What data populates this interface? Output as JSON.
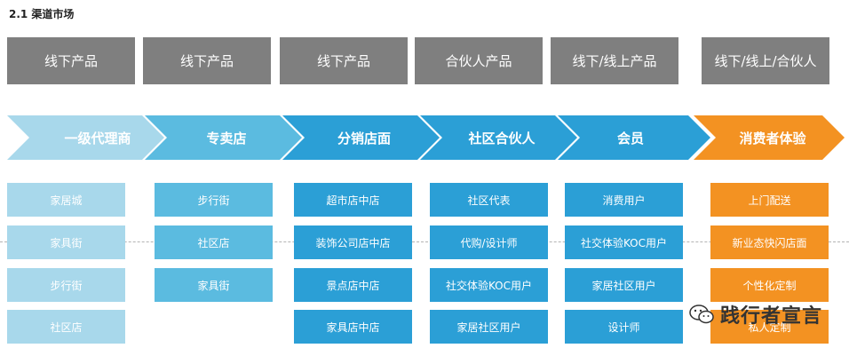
{
  "section_title": "2.1 渠道市场",
  "top_labels": [
    "线下产品",
    "线下产品",
    "线下产品",
    "合伙人产品",
    "线下/线上产品",
    "线下/线上/合伙人"
  ],
  "stages": [
    "一级代理商",
    "专卖店",
    "分销店面",
    "社区合伙人",
    "会员",
    "消费者体验"
  ],
  "columns": [
    [
      "家居城",
      "家具街",
      "步行街",
      "社区店"
    ],
    [
      "步行街",
      "社区店",
      "家具街"
    ],
    [
      "超市店中店",
      "装饰公司店中店",
      "景点店中店",
      "家具店中店"
    ],
    [
      "社区代表",
      "代购/设计师",
      "社交体验KOC用户",
      "家居社区用户"
    ],
    [
      "消费用户",
      "社交体验KOC用户",
      "家居社区用户",
      "设计师"
    ],
    [
      "上门配送",
      "新业态快闪店面",
      "个性化定制",
      "私人定制"
    ]
  ],
  "watermark": "践行者宣言",
  "colors": {
    "gray": "#7f7f7f",
    "light_blue": "#a8d8eb",
    "mid_blue": "#5bbbe0",
    "blue": "#2b9fd6",
    "orange": "#f39222"
  }
}
